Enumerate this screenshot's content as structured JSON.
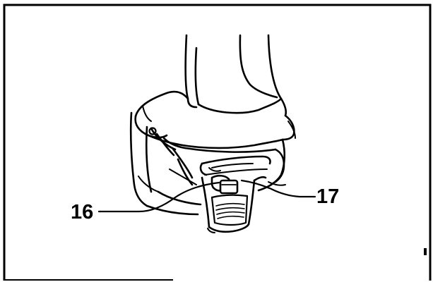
{
  "figure": {
    "callouts": [
      {
        "number": "16",
        "part": "battery-release-button"
      },
      {
        "number": "17",
        "part": "battery-cartridge"
      }
    ],
    "colors": {
      "ink": "#000000",
      "paper": "#ffffff"
    }
  }
}
